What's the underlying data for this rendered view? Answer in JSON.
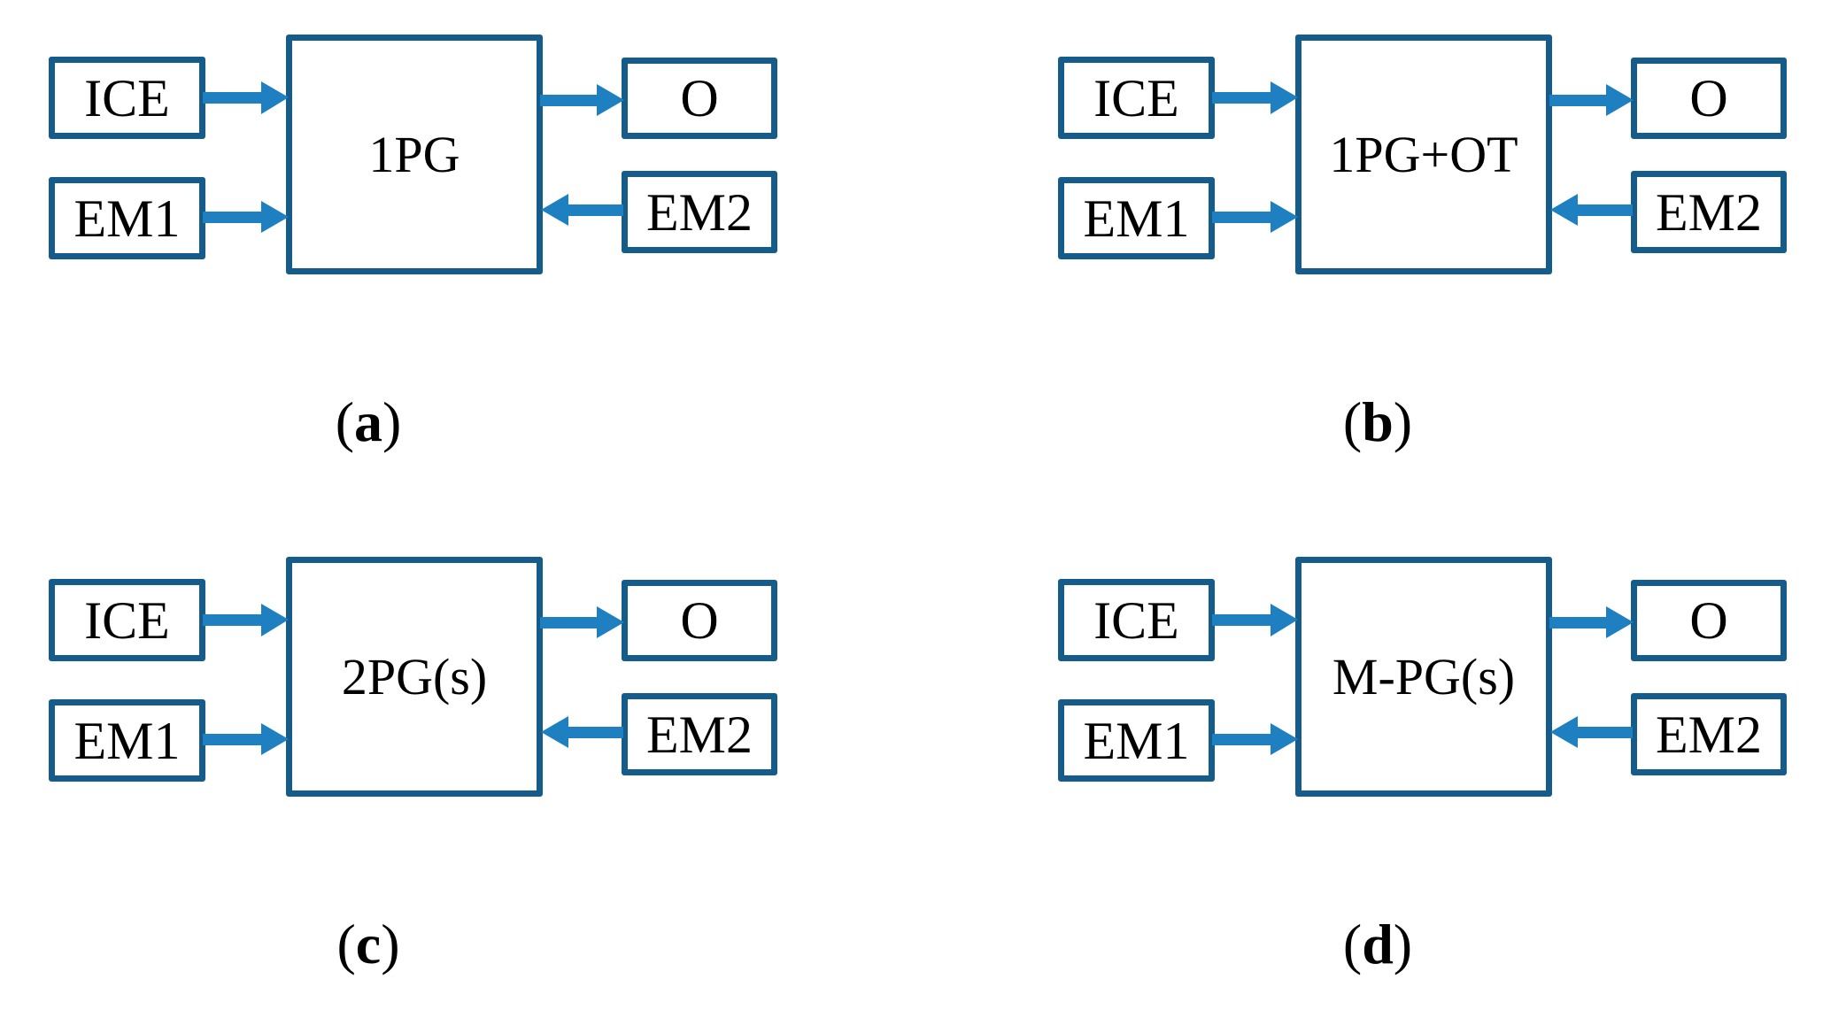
{
  "colors": {
    "box_border": "#165C8A",
    "arrow": "#1E7FC1",
    "label_text": "#000000"
  },
  "panels": [
    {
      "caption_open": "(",
      "caption_letter": "a",
      "caption_close": ")",
      "center_label": "1PG",
      "ice_label": "ICE",
      "em1_label": "EM1",
      "o_label": "O",
      "em2_label": "EM2"
    },
    {
      "caption_open": "(",
      "caption_letter": "b",
      "caption_close": ")",
      "center_label": "1PG+OT",
      "ice_label": "ICE",
      "em1_label": "EM1",
      "o_label": "O",
      "em2_label": "EM2"
    },
    {
      "caption_open": "(",
      "caption_letter": "c",
      "caption_close": ")",
      "center_label": "2PG(s)",
      "ice_label": "ICE",
      "em1_label": "EM1",
      "o_label": "O",
      "em2_label": "EM2"
    },
    {
      "caption_open": "(",
      "caption_letter": "d",
      "caption_close": ")",
      "center_label": "M-PG(s)",
      "ice_label": "ICE",
      "em1_label": "EM1",
      "o_label": "O",
      "em2_label": "EM2"
    }
  ]
}
